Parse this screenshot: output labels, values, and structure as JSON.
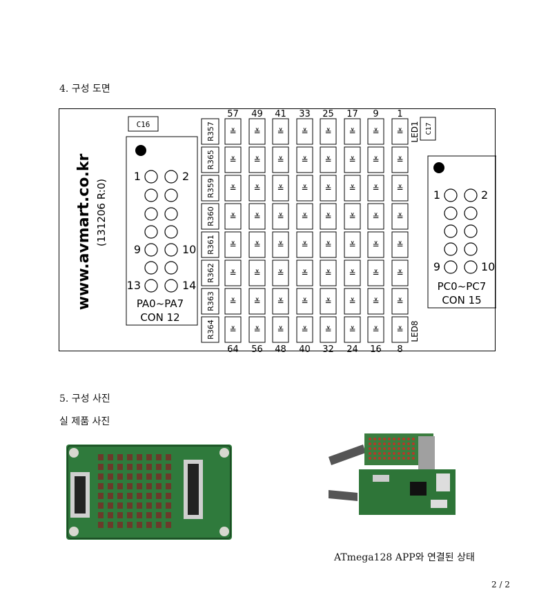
{
  "section4": {
    "heading": "4. 구성 도면"
  },
  "diagram": {
    "url_text": "www.avmart.co.kr",
    "revision": "(131206 R:0)",
    "c16": "C16",
    "c17": "C17",
    "led1": "LED1",
    "led8": "LED8",
    "top_numbers": [
      "57",
      "49",
      "41",
      "33",
      "25",
      "17",
      "9",
      "1"
    ],
    "bottom_numbers": [
      "64",
      "56",
      "48",
      "40",
      "32",
      "24",
      "16",
      "8"
    ],
    "resistors": [
      "R357",
      "R365",
      "R359",
      "R360",
      "R361",
      "R362",
      "R363",
      "R364"
    ],
    "led_symbol": "≚",
    "con12": {
      "pin1": "1",
      "pin2": "2",
      "pin9": "9",
      "pin10": "10",
      "pin13": "13",
      "pin14": "14",
      "port": "PA0~PA7",
      "name": "CON 12"
    },
    "con15": {
      "pin1": "1",
      "pin2": "2",
      "pin9": "9",
      "pin10": "10",
      "port": "PC0~PC7",
      "name": "CON 15"
    }
  },
  "section5": {
    "heading": "5. 구성 사진",
    "subheading": "실 제품 사진"
  },
  "photos": {
    "caption2": "ATmega128 APP와 연결된 상태"
  },
  "page": {
    "number": "2 / 2"
  }
}
